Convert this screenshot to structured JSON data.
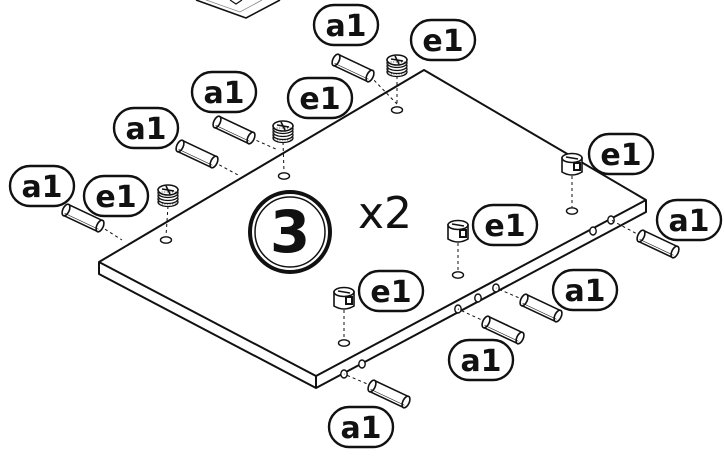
{
  "step": {
    "number": "3",
    "quantity": "x2"
  },
  "parts": {
    "dowel": "a1",
    "cam": "e1"
  },
  "colors": {
    "ink": "#111111",
    "background": "#ffffff"
  },
  "dowels": [
    {
      "id": "d1",
      "label": "a1"
    },
    {
      "id": "d2",
      "label": "a1"
    },
    {
      "id": "d3",
      "label": "a1"
    },
    {
      "id": "d4",
      "label": "a1"
    },
    {
      "id": "d5",
      "label": "a1"
    },
    {
      "id": "d6",
      "label": "a1"
    },
    {
      "id": "d7",
      "label": "a1"
    },
    {
      "id": "d8",
      "label": "a1"
    }
  ],
  "cams": [
    {
      "id": "c1",
      "label": "e1"
    },
    {
      "id": "c2",
      "label": "e1"
    },
    {
      "id": "c3",
      "label": "e1"
    },
    {
      "id": "c4",
      "label": "e1"
    },
    {
      "id": "c5",
      "label": "e1"
    },
    {
      "id": "c6",
      "label": "e1"
    }
  ]
}
